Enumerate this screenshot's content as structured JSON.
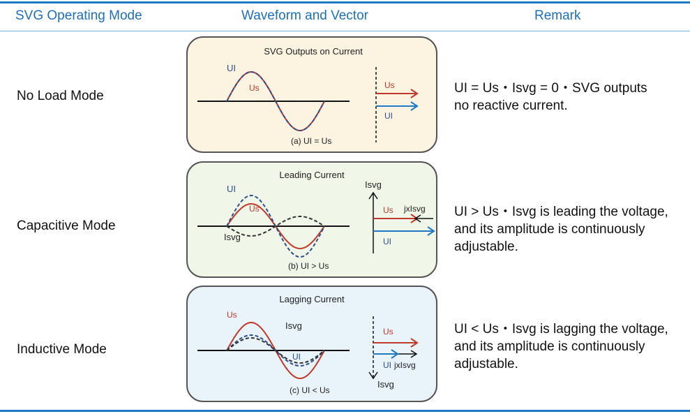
{
  "header": {
    "mode": "SVG Operating Mode",
    "waveform": "Waveform and Vector",
    "remark": "Remark"
  },
  "rows": [
    {
      "mode": "No Load Mode",
      "panel_title": "SVG Outputs on Current",
      "caption": "(a) UI = Us",
      "labels": {
        "ui": "UI",
        "us": "Us"
      },
      "remark": [
        "UI = Us・Isvg = 0・SVG outputs",
        "no reactive current."
      ]
    },
    {
      "mode": "Capacitive Mode",
      "panel_title": "Leading Current",
      "caption": "(b) UI > Us",
      "labels": {
        "ui": "UI",
        "us": "Us",
        "isvg": "Isvg",
        "vec_isvg": "Isvg",
        "vec_jx": "jxIsvg"
      },
      "remark": [
        "UI > Us・Isvg is leading the voltage,",
        "and its amplitude is continuously",
        "adjustable."
      ]
    },
    {
      "mode": "Inductive Mode",
      "panel_title": "Lagging Current",
      "caption": "(c) UI < Us",
      "labels": {
        "ui": "UI",
        "us": "Us",
        "isvg": "Isvg",
        "vec_isvg": "Isvg",
        "vec_jx": "jxIsvg"
      },
      "remark": [
        "UI < Us・Isvg is lagging the voltage,",
        "and its amplitude is continuously",
        "adjustable."
      ]
    }
  ],
  "colors": {
    "accent": "#1f79c4",
    "us_wave": "#c0392b",
    "ui_wave": "#2c4f8c",
    "isvg_wave": "#333333",
    "panel_no_load": "#fcf3e1",
    "panel_capacitive": "#f0f6e8",
    "panel_inductive": "#e8f3fa"
  }
}
